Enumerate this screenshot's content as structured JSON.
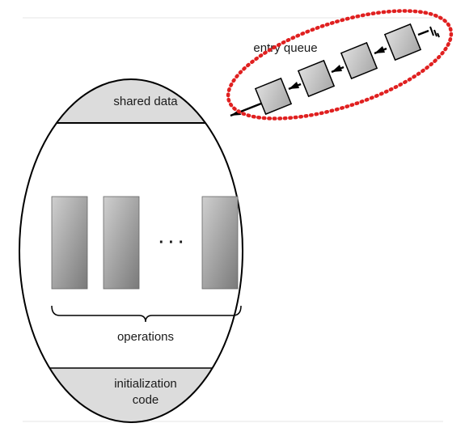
{
  "monitor": {
    "shared_data_label": "shared data",
    "ellipsis_label": "· · ·",
    "operations_label": "operations",
    "init_line1": "initialization",
    "init_line2": "code"
  },
  "queue": {
    "label": "entry queue",
    "node_count": 4
  },
  "colors": {
    "highlight": "#e02020",
    "band_fill": "#dcdcdc",
    "node_fill": "#cfcfcf",
    "stroke": "#000000"
  }
}
